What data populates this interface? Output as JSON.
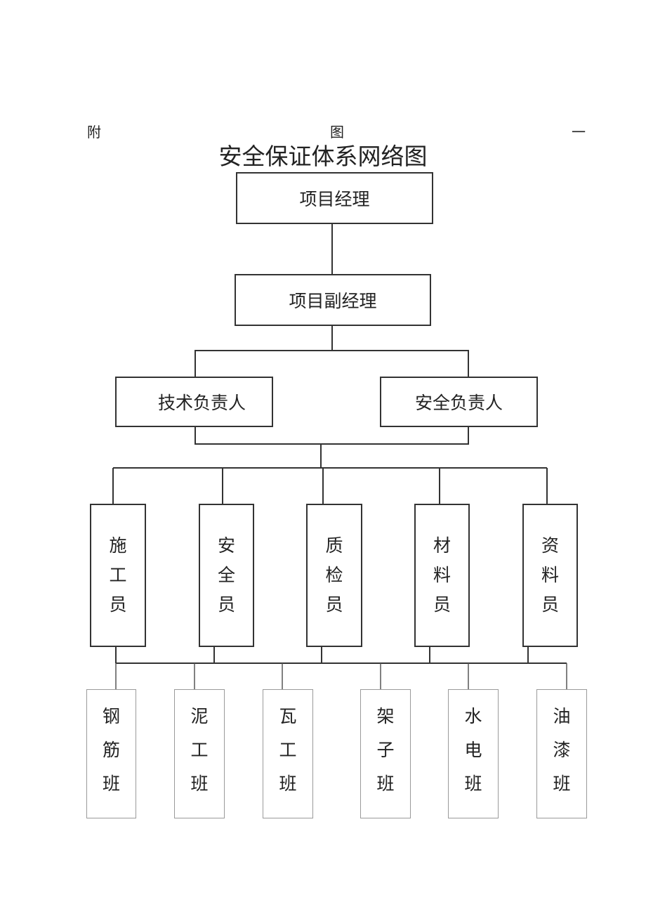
{
  "caption": {
    "c1": "附",
    "c2": "图",
    "c3": "一"
  },
  "title": "安全保证体系网络图",
  "level1": {
    "label": "项目经理"
  },
  "level2": {
    "label": "项目副经理"
  },
  "level3": [
    {
      "label": "技术负责人"
    },
    {
      "label": "安全负责人"
    }
  ],
  "staff": [
    {
      "chars": [
        "施",
        "工",
        "员"
      ]
    },
    {
      "chars": [
        "安",
        "全",
        "员"
      ]
    },
    {
      "chars": [
        "质",
        "检",
        "员"
      ]
    },
    {
      "chars": [
        "材",
        "料",
        "员"
      ]
    },
    {
      "chars": [
        "资",
        "料",
        "员"
      ]
    }
  ],
  "teams": [
    {
      "chars": [
        "钢",
        "筋",
        "班"
      ]
    },
    {
      "chars": [
        "泥",
        "工",
        "班"
      ]
    },
    {
      "chars": [
        "瓦",
        "工",
        "班"
      ]
    },
    {
      "chars": [
        "架",
        "子",
        "班"
      ]
    },
    {
      "chars": [
        "水",
        "电",
        "班"
      ]
    },
    {
      "chars": [
        "油",
        "漆",
        "班"
      ]
    }
  ]
}
